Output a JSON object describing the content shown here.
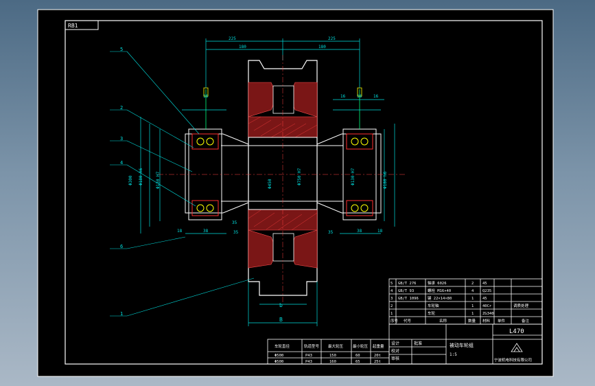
{
  "drawing": {
    "sheet_tag": "RB1",
    "dims_top": [
      "225",
      "225",
      "180",
      "180"
    ],
    "dims_small": [
      "16",
      "16",
      "16",
      "16"
    ],
    "dims_bottom": [
      "18",
      "38",
      "38",
      "18"
    ],
    "dims_side": [
      "35",
      "35",
      "35"
    ],
    "dims_vertical": [
      "Φ300",
      "Φ180 h6",
      "Φ130 H7",
      "Φ450",
      "Φ750 H7",
      "Φ130 H7",
      "Φ180 h6"
    ],
    "wheel_b": "b",
    "wheel_B": "B",
    "balloons": [
      "5",
      "2",
      "3",
      "4",
      "6",
      "1"
    ]
  },
  "bom": {
    "rows": [
      [
        "5",
        "GB/T 276",
        "轴承 6026",
        "2",
        "45",
        "",
        ""
      ],
      [
        "4",
        "GB/T 93",
        "螺栓 M16×40",
        "4",
        "Q235",
        "",
        ""
      ],
      [
        "3",
        "GB/T 1096",
        "键 22×14×80",
        "1",
        "45",
        "",
        ""
      ],
      [
        "2",
        "",
        "车轮轴",
        "1",
        "40Cr",
        "",
        "调质处理"
      ],
      [
        "1",
        "",
        "车轮",
        "1",
        "ZG340",
        "",
        ""
      ]
    ],
    "header": [
      "序号",
      "代号",
      "名称",
      "数量",
      "材料",
      "单件",
      "备注"
    ]
  },
  "title_block": {
    "drawing_no": "L470",
    "name": "被动车轮组",
    "scale": "1:5",
    "company": "宁波机电科技有限公司",
    "labels": [
      "设计",
      "校对",
      "审核",
      "批准"
    ]
  },
  "spec_table": {
    "header": [
      "车轮直径",
      "轨道型号",
      "最大轮压",
      "最小轮压",
      "起重量"
    ],
    "rows": [
      [
        "Φ500",
        "P43",
        "150",
        "60",
        "20t"
      ],
      [
        "Φ500",
        "P43",
        "160",
        "65",
        "25t"
      ]
    ]
  }
}
